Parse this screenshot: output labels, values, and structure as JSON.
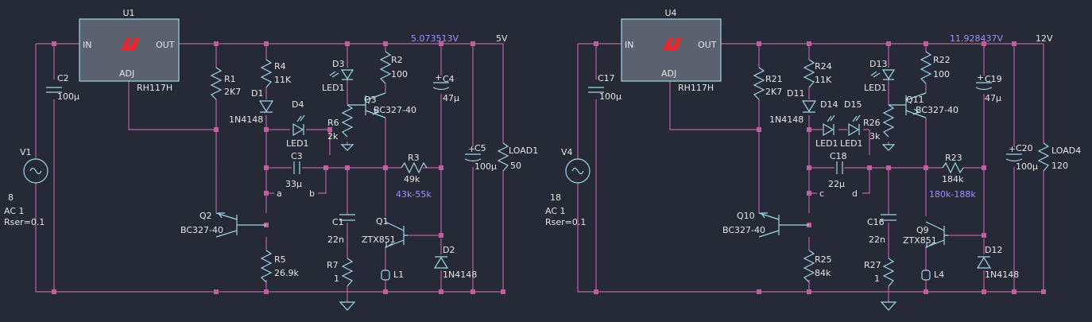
{
  "left": {
    "ic": {
      "ref": "U1",
      "in": "IN",
      "out": "OUT",
      "adj": "ADJ",
      "part": "RH117H"
    },
    "voltage_readout": "5.073513V",
    "net_label": "5V",
    "V1": {
      "ref": "V1",
      "value": "8",
      "ac": "AC 1",
      "rser": "Rser=0.1"
    },
    "C2": {
      "ref": "C2",
      "value": "100µ"
    },
    "R1": {
      "ref": "R1",
      "value": "2K7"
    },
    "R4": {
      "ref": "R4",
      "value": "11K"
    },
    "D1": {
      "ref": "D1",
      "value": "1N4148"
    },
    "D3": {
      "ref": "D3",
      "value": "LED1"
    },
    "D4": {
      "ref": "D4",
      "value": "LED1"
    },
    "R6": {
      "ref": "R6",
      "value": "2k"
    },
    "R2": {
      "ref": "R2",
      "value": "100"
    },
    "Q3": {
      "ref": "Q3",
      "value": "BC327-40"
    },
    "C4": {
      "ref": "C4",
      "value": "47µ"
    },
    "C5": {
      "ref": "C5",
      "value": "100µ"
    },
    "LOAD": {
      "ref": "LOAD1",
      "value": "50"
    },
    "C3": {
      "ref": "C3",
      "value": "33µ"
    },
    "R3": {
      "ref": "R3",
      "value": "49k"
    },
    "range": "43k-55k",
    "node_a": "a",
    "node_b": "b",
    "Q2": {
      "ref": "Q2",
      "value": "BC327-40"
    },
    "R5": {
      "ref": "R5",
      "value": "26.9k"
    },
    "C1": {
      "ref": "C1",
      "value": "22n"
    },
    "R7": {
      "ref": "R7",
      "value": "1"
    },
    "Q1": {
      "ref": "Q1",
      "value": "ZTX851"
    },
    "L": {
      "ref": "L1"
    },
    "D2": {
      "ref": "D2",
      "value": "1N4148"
    }
  },
  "right": {
    "ic": {
      "ref": "U4",
      "in": "IN",
      "out": "OUT",
      "adj": "ADJ",
      "part": "RH117H"
    },
    "voltage_readout": "11.928437V",
    "net_label": "12V",
    "V4": {
      "ref": "V4",
      "value": "18",
      "ac": "AC 1",
      "rser": "Rser=0.1"
    },
    "C17": {
      "ref": "C17",
      "value": "100µ"
    },
    "R21": {
      "ref": "R21",
      "value": "2K7"
    },
    "R24": {
      "ref": "R24",
      "value": "11K"
    },
    "D11": {
      "ref": "D11",
      "value": "1N4148"
    },
    "D13": {
      "ref": "D13",
      "value": "LED1"
    },
    "D14": {
      "ref": "D14",
      "value": "LED1"
    },
    "D15": {
      "ref": "D15",
      "value": "LED1"
    },
    "R26": {
      "ref": "R26",
      "value": "3k"
    },
    "R22": {
      "ref": "R22",
      "value": "100"
    },
    "Q11": {
      "ref": "Q11",
      "value": "BC327-40"
    },
    "C19": {
      "ref": "C19",
      "value": "47µ"
    },
    "C20": {
      "ref": "C20",
      "value": "100µ"
    },
    "LOAD": {
      "ref": "LOAD4",
      "value": "120"
    },
    "C18": {
      "ref": "C18",
      "value": "22µ"
    },
    "R23": {
      "ref": "R23",
      "value": "184k"
    },
    "range": "180k-188k",
    "node_c": "c",
    "node_d": "d",
    "Q10": {
      "ref": "Q10",
      "value": "BC327-40"
    },
    "R25": {
      "ref": "R25",
      "value": "84k"
    },
    "C16": {
      "ref": "C16",
      "value": "22n"
    },
    "R27": {
      "ref": "R27",
      "value": "1"
    },
    "Q9": {
      "ref": "Q9",
      "value": "ZTX851"
    },
    "L": {
      "ref": "L4"
    },
    "D12": {
      "ref": "D12",
      "value": "1N4148"
    }
  },
  "colors": {
    "wire": "#c05fa0",
    "component": "#9ed8e8",
    "readout": "#a78cff",
    "background": "#262a36",
    "logo": "#e8282b"
  }
}
